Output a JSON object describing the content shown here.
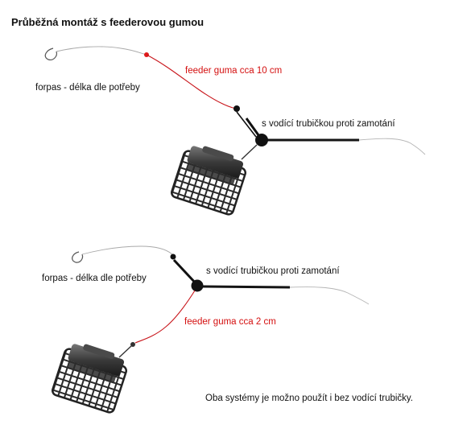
{
  "title": "Průběžná montáž s feederovou gumou",
  "top_rig": {
    "rubber_label": "feeder guma cca 10 cm",
    "leader_label": "forpas - délka dle potřeby",
    "tube_label": "s vodící trubičkou proti zamotání"
  },
  "bottom_rig": {
    "leader_label": "forpas - délka dle potřeby",
    "tube_label": "s vodící trubičkou proti zamotání",
    "rubber_label": "feeder guma cca 2 cm"
  },
  "footnote": "Oba systémy je možno použít i bez vodící trubičky.",
  "colors": {
    "rubber": "#c8141a",
    "bead": "#e01b1b",
    "line": "#9a9a9a",
    "rod": "#141414",
    "feeder": "#2c2c2c",
    "label_red": "#d40f0f"
  }
}
